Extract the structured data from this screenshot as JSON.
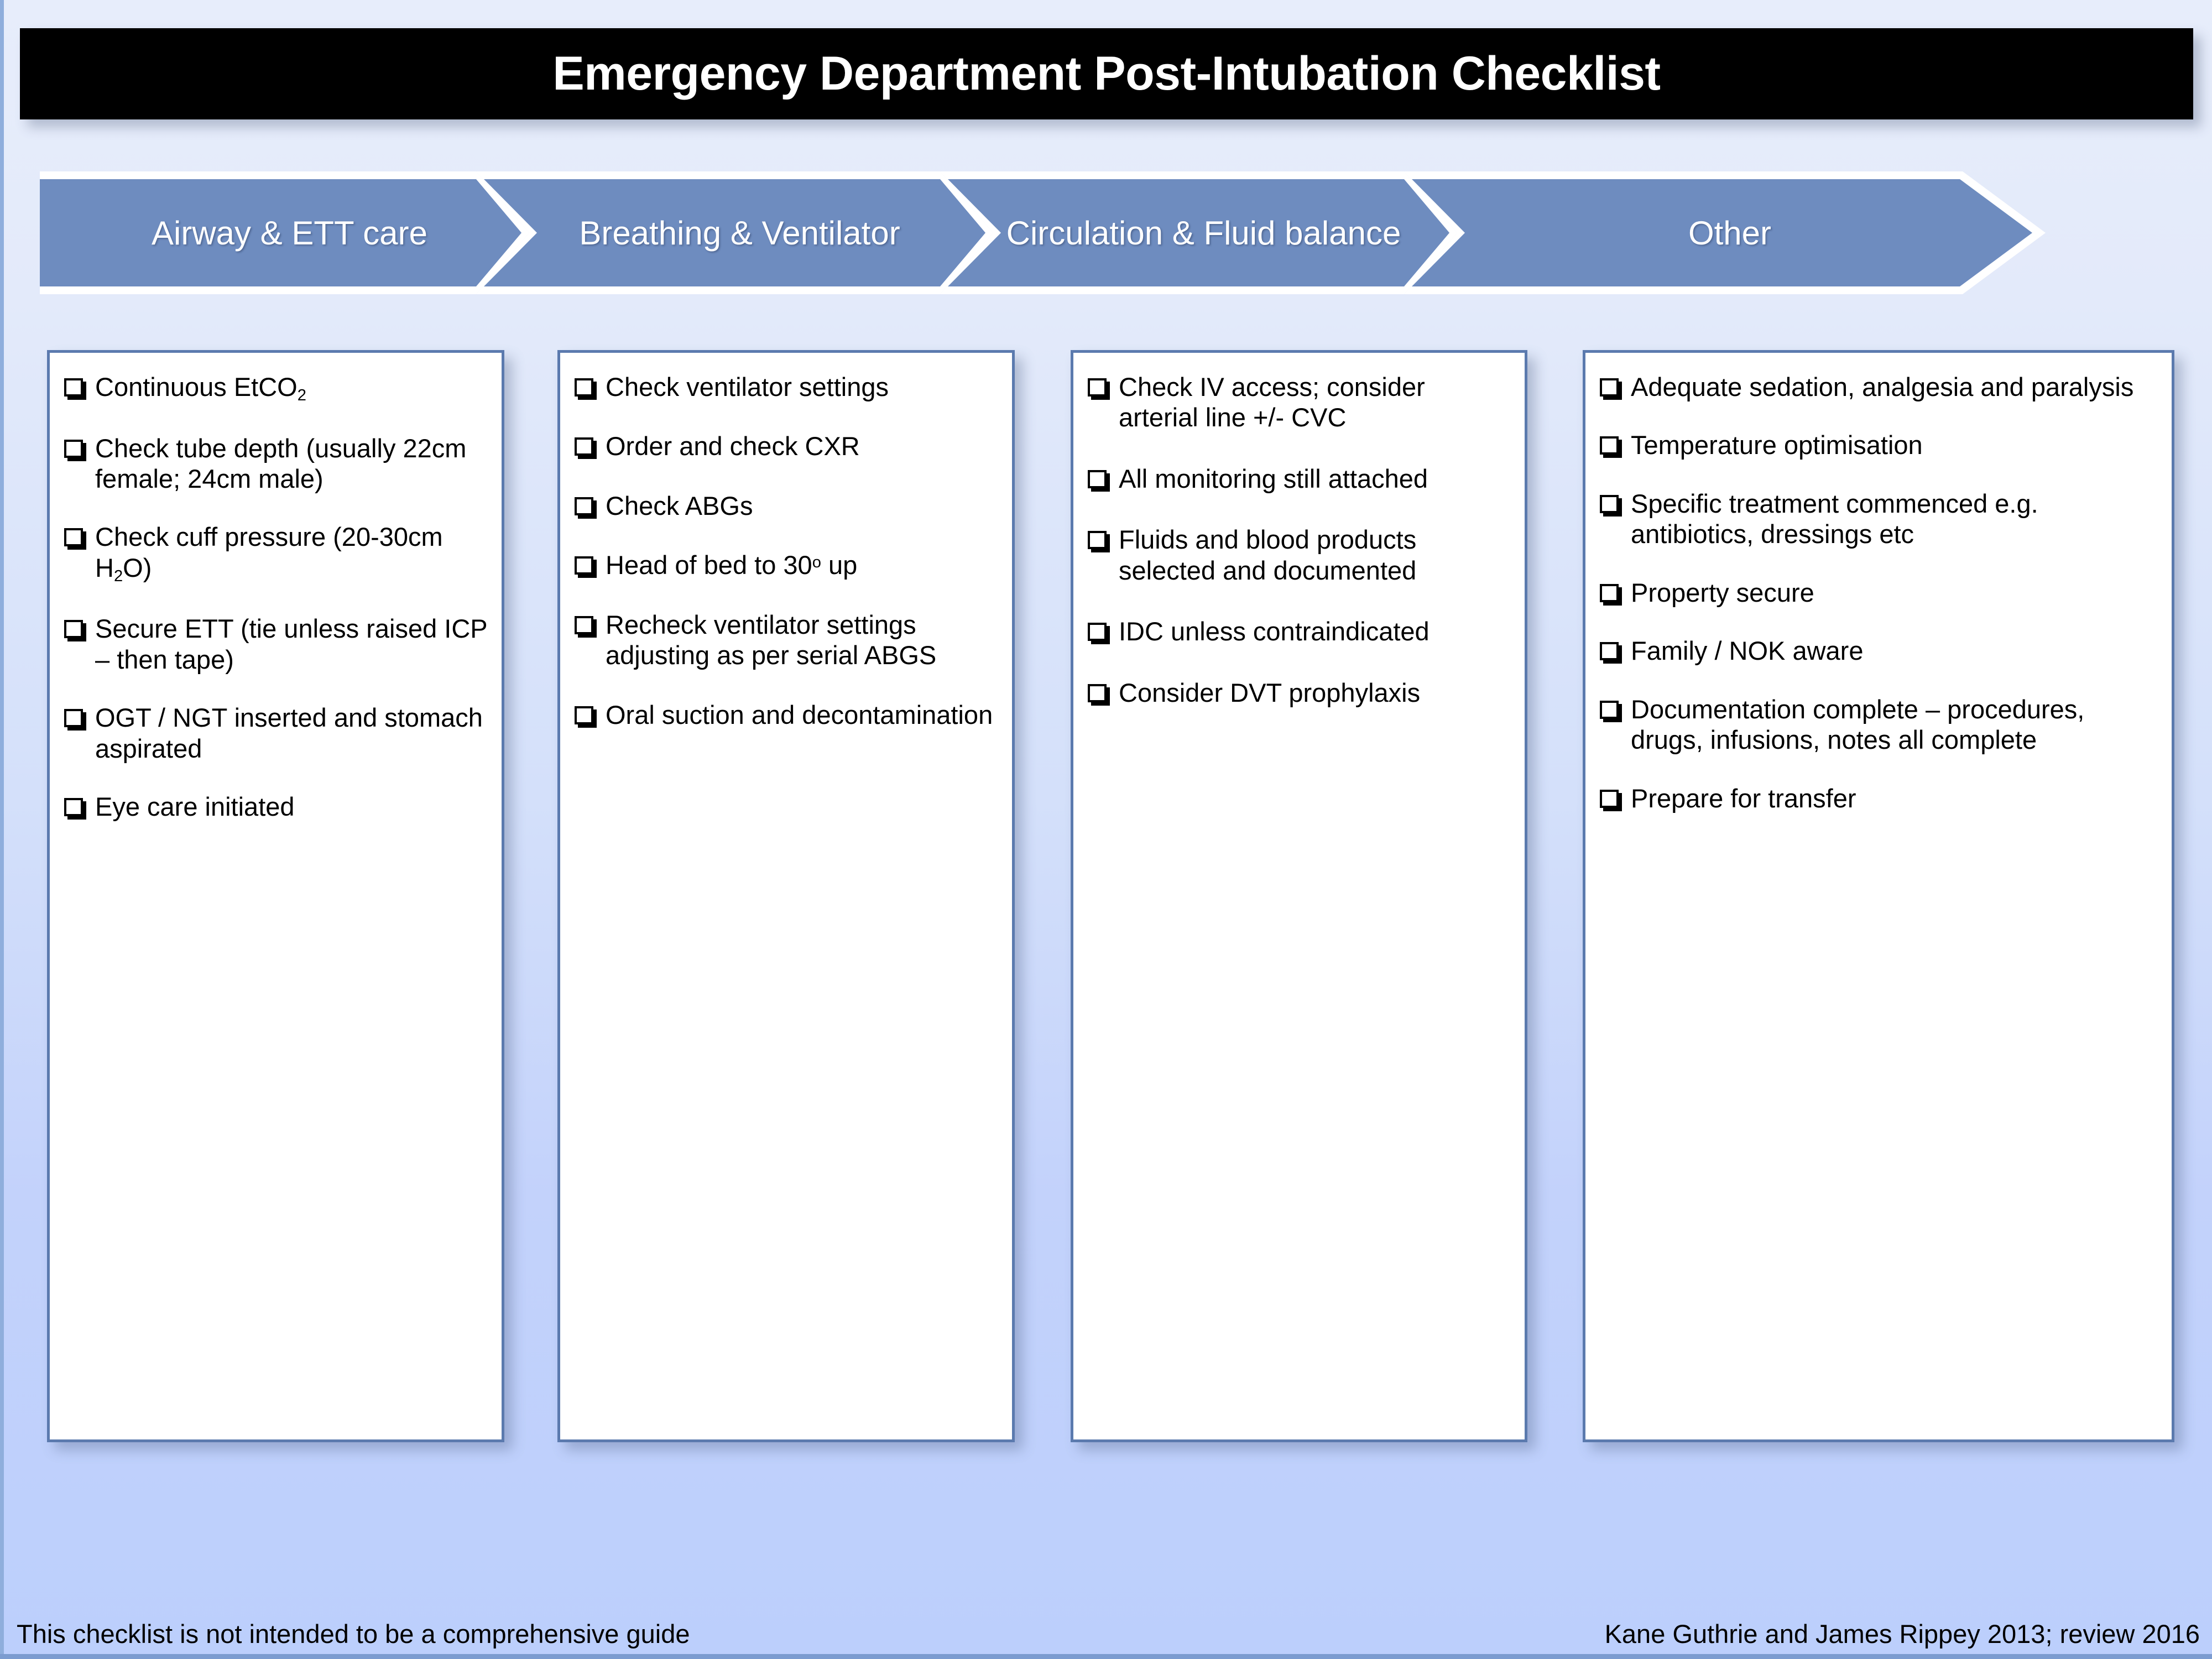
{
  "colors": {
    "title_bar_bg": "#000000",
    "title_text": "#FFFFFF",
    "banner_blue": "#6E8CBF",
    "banner_border": "#FFFFFF",
    "box_border": "#5B7AAE",
    "box_bg": "#FFFFFF",
    "background_top": "#E7EDFB",
    "background_bottom": "#BCCFFC",
    "text": "#000000"
  },
  "title": "Emergency Department Post-Intubation Checklist",
  "banner": {
    "segments": [
      {
        "label": "Airway & ETT care"
      },
      {
        "label": "Breathing & Ventilator"
      },
      {
        "label": "Circulation & Fluid balance"
      },
      {
        "label": "Other"
      }
    ]
  },
  "columns": [
    {
      "heading": "Airway & ETT care",
      "items": [
        {
          "parts": [
            {
              "t": "text",
              "v": "Continuous EtCO"
            },
            {
              "t": "sub",
              "v": "2"
            }
          ]
        },
        {
          "parts": [
            {
              "t": "text",
              "v": "Check tube depth (usually 22cm female; 24cm male)"
            }
          ]
        },
        {
          "parts": [
            {
              "t": "text",
              "v": "Check cuff pressure (20-30cm H"
            },
            {
              "t": "sub",
              "v": "2"
            },
            {
              "t": "text",
              "v": "O)"
            }
          ]
        },
        {
          "parts": [
            {
              "t": "text",
              "v": "Secure ETT (tie unless raised ICP – then tape)"
            }
          ]
        },
        {
          "parts": [
            {
              "t": "text",
              "v": "OGT / NGT inserted and stomach aspirated"
            }
          ]
        },
        {
          "parts": [
            {
              "t": "text",
              "v": "Eye care initiated"
            }
          ]
        }
      ]
    },
    {
      "heading": "Breathing & Ventilator",
      "items": [
        {
          "parts": [
            {
              "t": "text",
              "v": "Check ventilator settings"
            }
          ]
        },
        {
          "parts": [
            {
              "t": "text",
              "v": "Order and check CXR"
            }
          ]
        },
        {
          "parts": [
            {
              "t": "text",
              "v": "Check ABGs"
            }
          ]
        },
        {
          "parts": [
            {
              "t": "text",
              "v": "Head of bed to 30"
            },
            {
              "t": "sup",
              "v": "o"
            },
            {
              "t": "text",
              "v": " up"
            }
          ]
        },
        {
          "parts": [
            {
              "t": "text",
              "v": "Recheck ventilator settings adjusting as per serial ABGS"
            }
          ]
        },
        {
          "parts": [
            {
              "t": "text",
              "v": "Oral suction and decontamination"
            }
          ]
        }
      ]
    },
    {
      "heading": "Circulation & Fluid balance",
      "items": [
        {
          "parts": [
            {
              "t": "text",
              "v": "Check IV access; consider arterial line +/- CVC"
            }
          ]
        },
        {
          "parts": [
            {
              "t": "text",
              "v": "All monitoring still attached"
            }
          ]
        },
        {
          "parts": [
            {
              "t": "text",
              "v": "Fluids and blood products selected and documented"
            }
          ]
        },
        {
          "parts": [
            {
              "t": "text",
              "v": "IDC unless contraindicated"
            }
          ]
        },
        {
          "parts": [
            {
              "t": "text",
              "v": "Consider DVT prophylaxis"
            }
          ]
        }
      ]
    },
    {
      "heading": "Other",
      "items": [
        {
          "parts": [
            {
              "t": "text",
              "v": "Adequate sedation, analgesia and paralysis"
            }
          ]
        },
        {
          "parts": [
            {
              "t": "text",
              "v": "Temperature optimisation"
            }
          ]
        },
        {
          "parts": [
            {
              "t": "text",
              "v": "Specific treatment commenced e.g. antibiotics, dressings etc"
            }
          ]
        },
        {
          "parts": [
            {
              "t": "text",
              "v": "Property secure"
            }
          ]
        },
        {
          "parts": [
            {
              "t": "text",
              "v": "Family / NOK aware"
            }
          ]
        },
        {
          "parts": [
            {
              "t": "text",
              "v": "Documentation complete – procedures, drugs, infusions, notes all complete"
            }
          ]
        },
        {
          "parts": [
            {
              "t": "text",
              "v": "Prepare for transfer"
            }
          ]
        }
      ]
    }
  ],
  "footer": {
    "disclaimer": "This checklist is not intended to be a comprehensive guide",
    "credit": "Kane Guthrie and James Rippey 2013; review 2016"
  }
}
